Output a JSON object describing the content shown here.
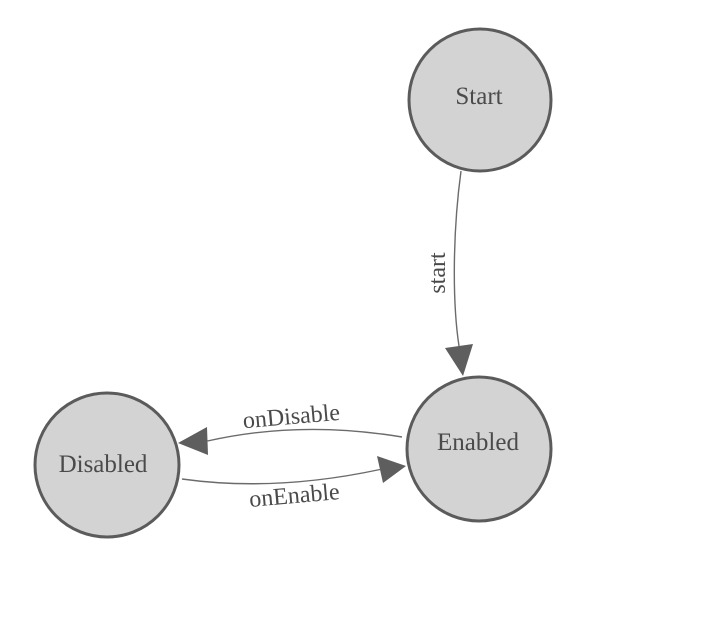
{
  "diagram": {
    "type": "state-machine",
    "background": "#ffffff",
    "nodes": [
      {
        "id": "start",
        "label": "Start"
      },
      {
        "id": "enabled",
        "label": "Enabled"
      },
      {
        "id": "disabled",
        "label": "Disabled"
      }
    ],
    "edges": [
      {
        "id": "start-transition",
        "label": "start",
        "from": "Start",
        "to": "Enabled"
      },
      {
        "id": "on-disable",
        "label": "onDisable",
        "from": "Enabled",
        "to": "Disabled"
      },
      {
        "id": "on-enable",
        "label": "onEnable",
        "from": "Disabled",
        "to": "Enabled"
      }
    ],
    "colors": {
      "node_fill": "#d3d3d3",
      "node_stroke": "#5b5b5b",
      "edge_stroke": "#6b6b6b",
      "arrow_fill": "#5e5e5e",
      "label_color": "#4a4a4a"
    }
  }
}
